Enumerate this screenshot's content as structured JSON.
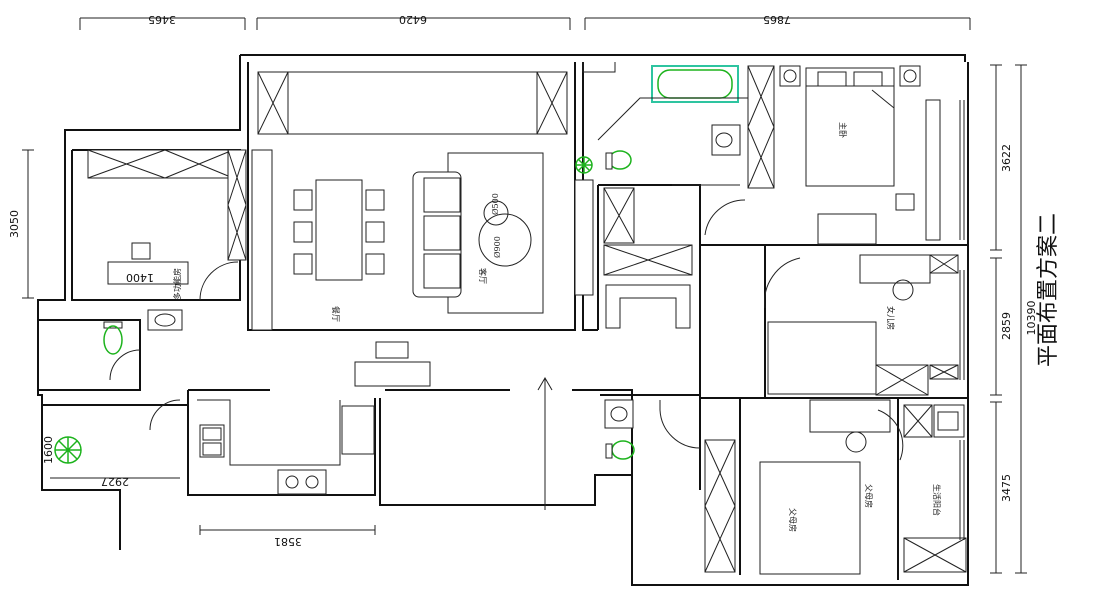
{
  "title": "平面布置方案二",
  "dimensions": {
    "top": [
      "3465",
      "6420",
      "7865"
    ],
    "left": [
      "3050",
      "1600"
    ],
    "right": [
      "3622",
      "2859",
      "3475",
      "10390"
    ],
    "bottom": [
      "2927",
      "3581"
    ],
    "desk": "1400"
  },
  "rooms": {
    "multi": "多功能房",
    "dining": "餐厅",
    "living": "客厅",
    "master": "主卧",
    "daughter": "女儿房",
    "parents": "父母房",
    "parents_side": "父母房",
    "balcony": "生活阳台"
  },
  "annotations": {
    "rug_small": "Ø500",
    "rug_large": "Ø900"
  },
  "colors": {
    "fixture_highlight": "#1db31d",
    "selection_box": "#2ec4a0"
  }
}
